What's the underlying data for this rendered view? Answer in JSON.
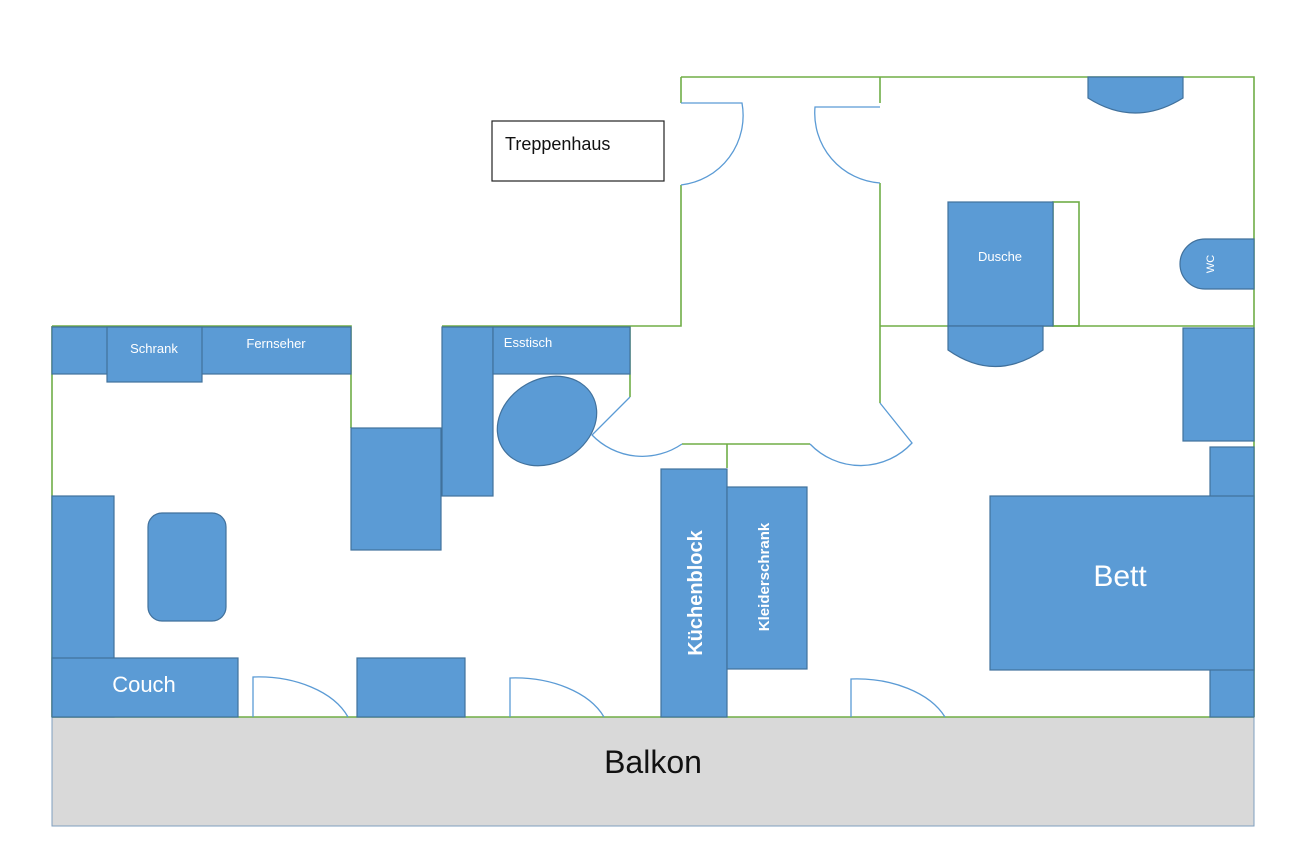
{
  "title": "Wohnungsgrundriss",
  "colors": {
    "wall": "#70ad47",
    "furniture": "#5b9bd5",
    "furniture_border": "#41719c",
    "balcony": "#d9d9d9",
    "door_arc": "#5b9bd5"
  },
  "labels": {
    "treppenhaus": "Treppenhaus",
    "schrank": "Schrank",
    "fernseher": "Fernseher",
    "esstisch": "Esstisch",
    "dusche": "Dusche",
    "wc": "WC",
    "couch": "Couch",
    "kuechenblock": "Küchenblock",
    "kleiderschrank": "Kleiderschrank",
    "bett": "Bett",
    "balkon": "Balkon"
  }
}
